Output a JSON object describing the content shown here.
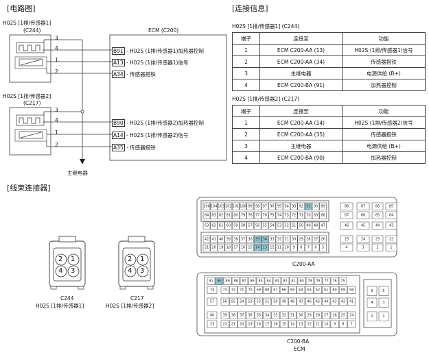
{
  "sections": {
    "circuit": "[电路图]",
    "connection": "[连接信息]",
    "harness": "[线束连接器]"
  },
  "circuit": {
    "sensor1_title": "H02S [1排/传感器1]",
    "sensor1_conn": "(C244)",
    "sensor2_title": "H02S [1排/传感器2]",
    "sensor2_conn": "(C217)",
    "ecm_title": "ECM (C200)",
    "main_relay": "主继电器",
    "s1_pins": [
      "3",
      "4",
      "1",
      "2"
    ],
    "s2_pins": [
      "3",
      "4",
      "1",
      "2"
    ],
    "ecm_s1": [
      {
        "pin": "B91",
        "desc": " - H02S (1排/传感器1)加热器控制"
      },
      {
        "pin": "A13",
        "desc": " - H02S (1排/传感器1)信号"
      },
      {
        "pin": "A34",
        "desc": " - 传感器搭铁"
      }
    ],
    "ecm_s2": [
      {
        "pin": "B90",
        "desc": " - H02S (1排/传感器2)加热器控制"
      },
      {
        "pin": "A14",
        "desc": " - H02S (1排/传感器2)信号"
      },
      {
        "pin": "A35",
        "desc": " - 传感器搭铁"
      }
    ]
  },
  "tables": [
    {
      "title": "H02S [1排/传感器1] (C244)",
      "headers": [
        "端子",
        "连接至",
        "功能"
      ],
      "rows": [
        [
          "1",
          "ECM C200-AA (13)",
          "H02S (1排/传感器1)信号"
        ],
        [
          "2",
          "ECM C200-AA (34)",
          "传感器搭铁"
        ],
        [
          "3",
          "主继电器",
          "电源供给 (B+)"
        ],
        [
          "4",
          "ECM C200-BA (91)",
          "加热器控制"
        ]
      ]
    },
    {
      "title": "H02S [1排/传感器2] (C217)",
      "headers": [
        "端子",
        "连接至",
        "功能"
      ],
      "rows": [
        [
          "1",
          "ECM C200-AA (14)",
          "H02S (1排/传感器2)信号"
        ],
        [
          "2",
          "ECM C200-AA (35)",
          "传感器搭铁"
        ],
        [
          "3",
          "主继电器",
          "电源供给 (B+)"
        ],
        [
          "4",
          "ECM C200-BA (90)",
          "加热器控制"
        ]
      ]
    }
  ],
  "harness": {
    "c244_code": "C244",
    "c244_name": "H02S [1排/传感器1]",
    "c217_code": "C217",
    "c217_name": "H02S [1排/传感器2]",
    "pins": [
      "2",
      "1",
      "4",
      "3"
    ],
    "aa_label": "C200-AA",
    "ba_label": "C200-BA",
    "ecm_label": "ECM",
    "highlight_color": "#8fc6cf",
    "aa_rows": [
      {
        "main": [
          "100",
          "104",
          "103",
          "102",
          "101",
          "100",
          "99",
          "98",
          "97",
          "96",
          "95",
          "94",
          "93",
          "92",
          "91",
          "90",
          "89"
        ],
        "r1": [
          "88",
          "87"
        ],
        "r2": [
          "86",
          "85"
        ]
      },
      {
        "main": [
          "84",
          "83",
          "82",
          "81",
          "80",
          "79",
          "78",
          "77",
          "76",
          "75",
          "74",
          "73",
          "72",
          "71",
          "70",
          "69",
          "68"
        ],
        "r1": [
          "67",
          "66"
        ],
        "r2": [
          "65",
          "64"
        ]
      },
      {
        "main": [
          "63",
          "62",
          "61",
          "60",
          "59",
          "58",
          "57",
          "56",
          "55",
          "54",
          "53",
          "52",
          "51",
          "50",
          "49",
          "48",
          "47"
        ],
        "r1": [
          "46",
          "45"
        ],
        "r2": [
          "44",
          "43"
        ]
      },
      {
        "main": [
          "42",
          "41",
          "40",
          "39",
          "38",
          "37",
          "36",
          "35",
          "34",
          "33",
          "32",
          "31",
          "30",
          "29",
          "28",
          "27",
          "26"
        ],
        "r1": [
          "25",
          "24"
        ],
        "r2": [
          "23",
          "22"
        ]
      },
      {
        "main": [
          "21",
          "20",
          "19",
          "18",
          "17",
          "16",
          "15",
          "14",
          "13",
          "12",
          "11",
          "10",
          "9",
          "8",
          "7",
          "6",
          "5"
        ],
        "r1": [
          "4",
          "3"
        ],
        "r2": [
          "2",
          "1"
        ]
      }
    ],
    "aa_highlight": [
      "91",
      "35",
      "34",
      "14",
      "13"
    ],
    "ba_rows": [
      {
        "main": [
          "91",
          "90",
          "89",
          "88",
          "87",
          "86",
          "85",
          "84",
          "83",
          "82",
          "81",
          "80",
          "79",
          "78",
          "77",
          "76",
          "75"
        ],
        "r": [
          "",
          ""
        ]
      },
      {
        "main": [
          "74",
          "",
          "73",
          "72",
          "71",
          "70",
          "69",
          "68",
          "67",
          "66",
          "65",
          "64",
          "63",
          "62",
          "61",
          "60",
          "59",
          "58"
        ],
        "r": [
          "6",
          "5"
        ]
      },
      {
        "main": [
          "57",
          "",
          "56",
          "55",
          "54",
          "53",
          "52",
          "51",
          "50",
          "49",
          "48",
          "47",
          "46",
          "45",
          "44",
          "43",
          "42",
          "41"
        ],
        "r": [
          "4",
          "3"
        ]
      },
      {
        "main": [
          "40",
          "",
          "39",
          "38",
          "37",
          "36",
          "35",
          "34",
          "33",
          "32",
          "31",
          "30",
          "29",
          "28",
          "27",
          "26",
          "25",
          "24"
        ],
        "r": [
          "2",
          "1"
        ]
      },
      {
        "main": [
          "23",
          "",
          "22",
          "21",
          "20",
          "19",
          "18",
          "17",
          "16",
          "15",
          "14",
          "13",
          "12",
          "11",
          "10",
          "9",
          "8",
          "7"
        ],
        "r": [
          "",
          ""
        ]
      }
    ],
    "ba_highlight": [
      "90"
    ]
  }
}
